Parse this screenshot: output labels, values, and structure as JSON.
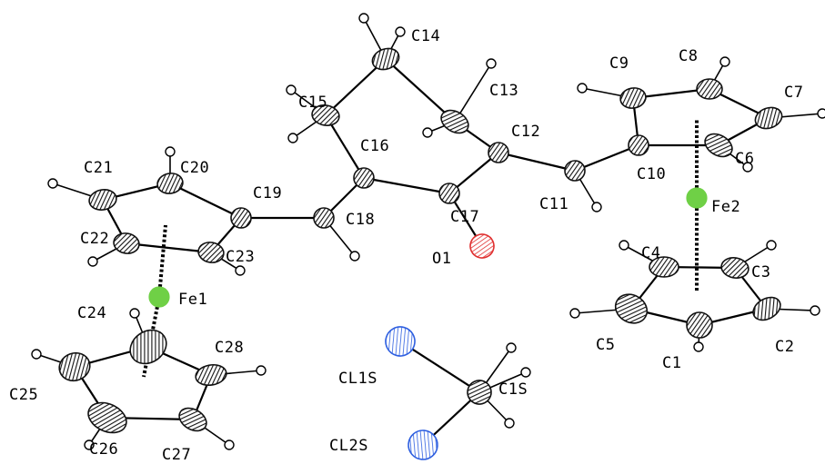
{
  "colors": {
    "carbon": "#111111",
    "iron": "#6fd046",
    "oxygen": "#e03030",
    "chlorine": "#2e5fe0",
    "hydrogen": "#ffffff"
  },
  "atoms": [
    {
      "id": "C1",
      "label": "C1"
    },
    {
      "id": "C2",
      "label": "C2"
    },
    {
      "id": "C3",
      "label": "C3"
    },
    {
      "id": "C4",
      "label": "C4"
    },
    {
      "id": "C5",
      "label": "C5"
    },
    {
      "id": "C6",
      "label": "C6"
    },
    {
      "id": "C7",
      "label": "C7"
    },
    {
      "id": "C8",
      "label": "C8"
    },
    {
      "id": "C9",
      "label": "C9"
    },
    {
      "id": "C10",
      "label": "C10"
    },
    {
      "id": "C11",
      "label": "C11"
    },
    {
      "id": "C12",
      "label": "C12"
    },
    {
      "id": "C13",
      "label": "C13"
    },
    {
      "id": "C14",
      "label": "C14"
    },
    {
      "id": "C15",
      "label": "C15"
    },
    {
      "id": "C16",
      "label": "C16"
    },
    {
      "id": "C17",
      "label": "C17"
    },
    {
      "id": "C18",
      "label": "C18"
    },
    {
      "id": "C19",
      "label": "C19"
    },
    {
      "id": "C20",
      "label": "C20"
    },
    {
      "id": "C21",
      "label": "C21"
    },
    {
      "id": "C22",
      "label": "C22"
    },
    {
      "id": "C23",
      "label": "C23"
    },
    {
      "id": "C24",
      "label": "C24"
    },
    {
      "id": "C25",
      "label": "C25"
    },
    {
      "id": "C26",
      "label": "C26"
    },
    {
      "id": "C27",
      "label": "C27"
    },
    {
      "id": "C28",
      "label": "C28"
    },
    {
      "id": "O1",
      "label": "O1"
    },
    {
      "id": "Fe1",
      "label": "Fe1"
    },
    {
      "id": "Fe2",
      "label": "Fe2"
    },
    {
      "id": "C1S",
      "label": "C1S"
    },
    {
      "id": "CL1S",
      "label": "CL1S"
    },
    {
      "id": "CL2S",
      "label": "CL2S"
    }
  ],
  "bonds": [
    [
      "C15",
      "C14"
    ],
    [
      "C14",
      "C13"
    ],
    [
      "C13",
      "C12"
    ],
    [
      "C12",
      "C17"
    ],
    [
      "C17",
      "C16"
    ],
    [
      "C16",
      "C15"
    ],
    [
      "C17",
      "O1"
    ],
    [
      "C12",
      "C11"
    ],
    [
      "C11",
      "C10"
    ],
    [
      "C16",
      "C18"
    ],
    [
      "C18",
      "C19"
    ],
    [
      "C10",
      "C9"
    ],
    [
      "C9",
      "C8"
    ],
    [
      "C8",
      "C7"
    ],
    [
      "C7",
      "C6"
    ],
    [
      "C6",
      "C10"
    ],
    [
      "C1",
      "C2"
    ],
    [
      "C2",
      "C3"
    ],
    [
      "C3",
      "C4"
    ],
    [
      "C4",
      "C5"
    ],
    [
      "C5",
      "C1"
    ],
    [
      "C19",
      "C20"
    ],
    [
      "C20",
      "C21"
    ],
    [
      "C21",
      "C22"
    ],
    [
      "C22",
      "C23"
    ],
    [
      "C23",
      "C19"
    ],
    [
      "C24",
      "C25"
    ],
    [
      "C25",
      "C26"
    ],
    [
      "C26",
      "C27"
    ],
    [
      "C27",
      "C28"
    ],
    [
      "C28",
      "C24"
    ],
    [
      "C1S",
      "CL1S"
    ],
    [
      "C1S",
      "CL2S"
    ]
  ]
}
